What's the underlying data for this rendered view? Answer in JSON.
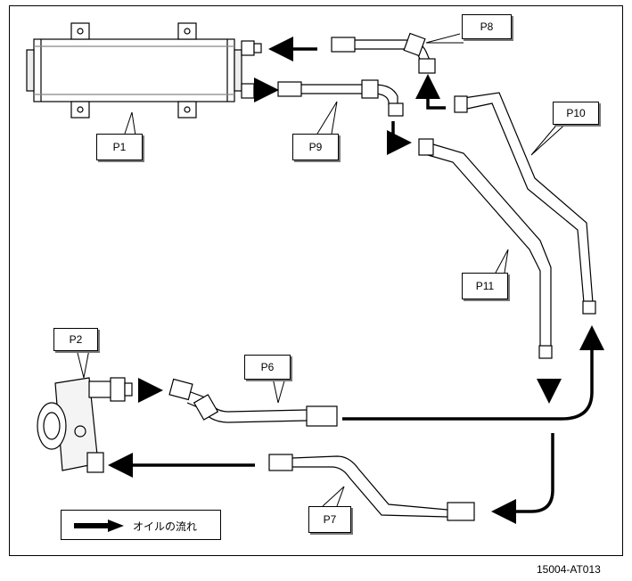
{
  "parts": [
    {
      "id": "p1",
      "label": "P1"
    },
    {
      "id": "p2",
      "label": "P2"
    },
    {
      "id": "p6",
      "label": "P6"
    },
    {
      "id": "p7",
      "label": "P7"
    },
    {
      "id": "p8",
      "label": "P8"
    },
    {
      "id": "p9",
      "label": "P9"
    },
    {
      "id": "p10",
      "label": "P10"
    },
    {
      "id": "p11",
      "label": "P11"
    }
  ],
  "legend": {
    "label": "オイルの流れ",
    "icon": "flow-arrow-icon"
  },
  "figure_code": "15004-AT013",
  "colors": {
    "line": "#000000",
    "callout_shadow": "#777777",
    "background": "#ffffff"
  }
}
